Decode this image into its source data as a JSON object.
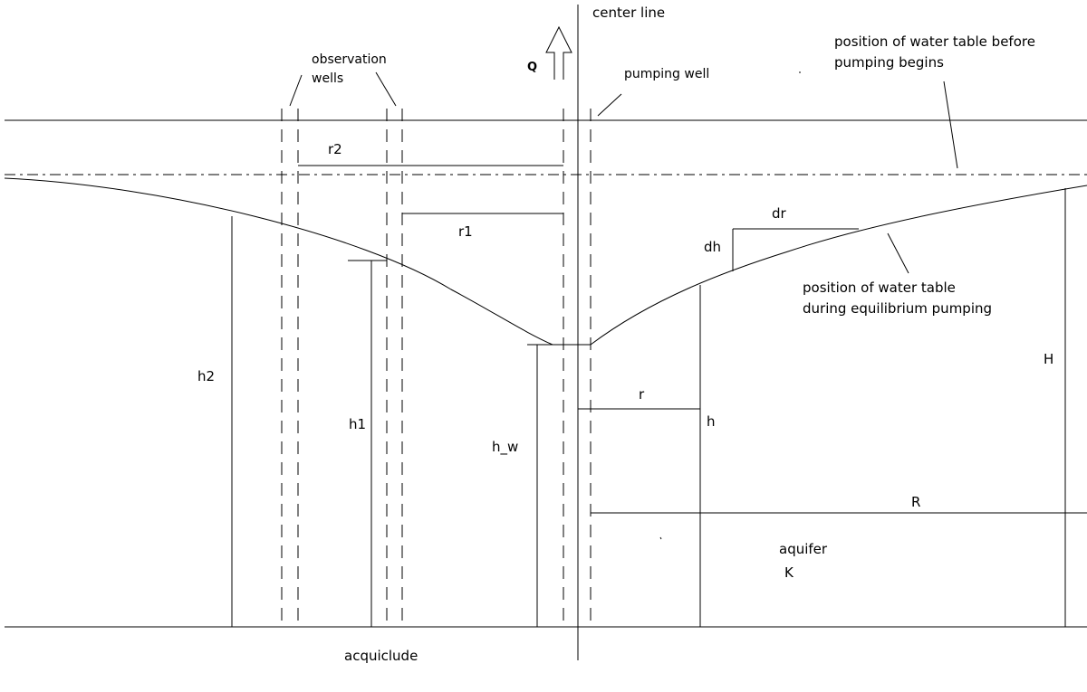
{
  "labels": {
    "center_line": "center line",
    "observation_wells_1": "observation",
    "observation_wells_2": "wells",
    "q": "Q",
    "pumping_well": "pumping well",
    "water_table_before_1": "position of water table before",
    "water_table_before_2": "pumping begins",
    "r2": "r2",
    "r1": "r1",
    "dr": "dr",
    "dh": "dh",
    "water_table_during_1": "position of water table",
    "water_table_during_2": "during equilibrium pumping",
    "H": "H",
    "h2": "h2",
    "h1": "h1",
    "h_w": "h_w",
    "r": "r",
    "h": "h",
    "R": "R",
    "aquifer": "aquifer",
    "K": "K",
    "acquiclude": "acquiclude"
  }
}
